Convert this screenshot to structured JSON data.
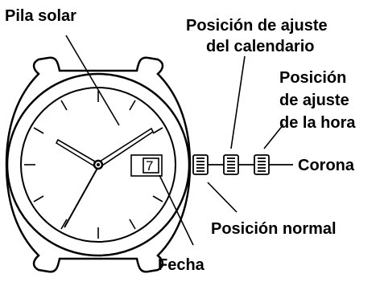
{
  "labels": {
    "solar_cell": "Pila solar",
    "calendar_position": [
      "Posición de ajuste",
      "del calendario"
    ],
    "time_position": [
      "Posición",
      "de ajuste",
      "de la hora"
    ],
    "crown": "Corona",
    "normal_position": "Posición normal",
    "date": "Fecha"
  },
  "date_window": {
    "day": "7"
  }
}
